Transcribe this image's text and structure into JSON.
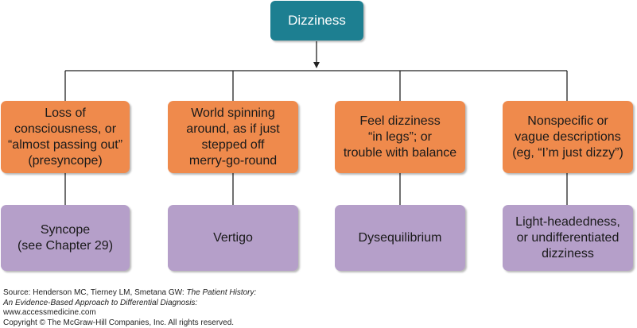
{
  "diagram": {
    "root": "Dizziness",
    "categories": [
      {
        "description": "Loss of\nconsciousness, or\n“almost passing out”\n(presyncope)",
        "outcome": "Syncope\n(see Chapter 29)"
      },
      {
        "description": "World spinning\naround, as if just\nstepped off\nmerry-go-round",
        "outcome": "Vertigo"
      },
      {
        "description": "Feel dizziness\n“in legs”; or\ntrouble with balance",
        "outcome": "Dysequilibrium"
      },
      {
        "description": "Nonspecific or\nvague descriptions\n(eg, “I’m just dizzy”)",
        "outcome": "Light-headedness,\nor undifferentiated\ndizziness"
      }
    ]
  },
  "colors": {
    "root": "#1d7f91",
    "description": "#ef8a4c",
    "outcome": "#b59fc9",
    "connector": "#222222"
  },
  "source": {
    "prefix": "Source: Henderson MC, Tierney LM, Smetana GW: ",
    "book_title": "The Patient History: An Evidence-Based Approach to Differential Diagnosis:",
    "url": "www.accessmedicine.com",
    "copyright": "Copyright © The McGraw-Hill Companies, Inc. All rights reserved."
  }
}
